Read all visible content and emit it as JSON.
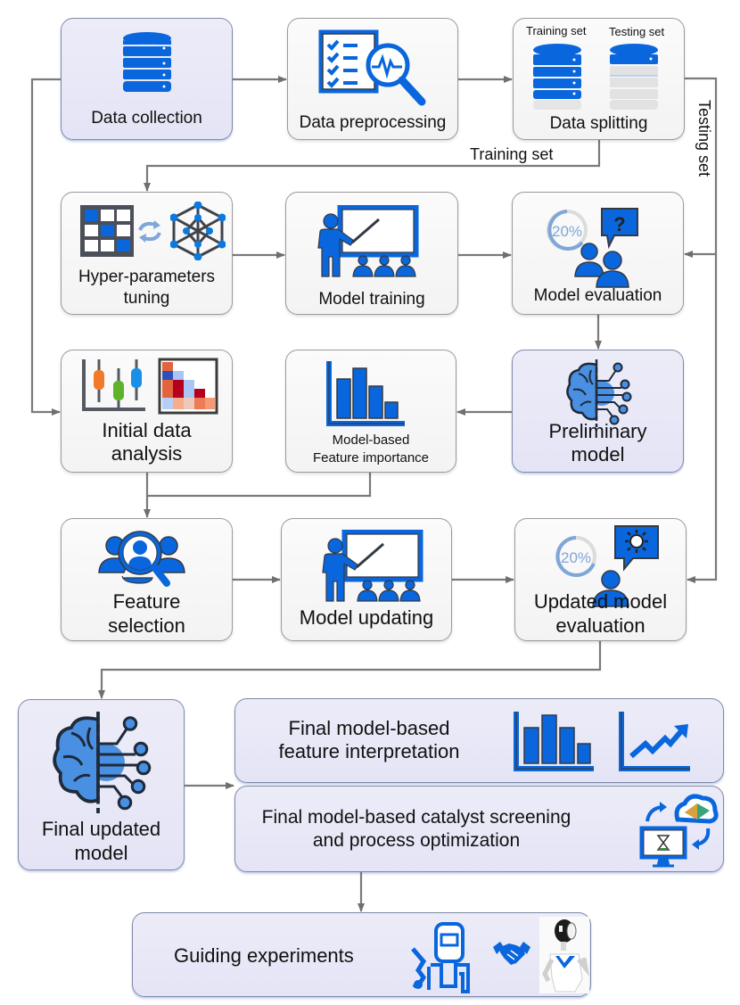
{
  "nodes": {
    "data_collection": {
      "label": "Data collection"
    },
    "data_preprocessing": {
      "label": "Data preprocessing"
    },
    "data_splitting": {
      "label": "Data splitting",
      "sub_training": "Training set",
      "sub_testing": "Testing set"
    },
    "hyper_parameters_tuning": {
      "line1": "Hyper-parameters",
      "line2": "tuning"
    },
    "model_training": {
      "label": "Model training"
    },
    "model_evaluation": {
      "label": "Model evaluation",
      "gauge_text": "20%"
    },
    "initial_data_analysis": {
      "line1": "Initial data",
      "line2": "analysis"
    },
    "model_based_feature_importance": {
      "line1": "Model-based",
      "line2": "Feature importance"
    },
    "preliminary_model": {
      "line1": "Preliminary",
      "line2": "model"
    },
    "feature_selection": {
      "line1": "Feature",
      "line2": "selection"
    },
    "model_updating": {
      "label": "Model updating"
    },
    "updated_model_evaluation": {
      "line1": "Updated model",
      "line2": "evaluation",
      "gauge_text": "20%"
    },
    "final_updated_model": {
      "line1": "Final updated",
      "line2": "model"
    },
    "final_feature_interpretation": {
      "line1": "Final model-based",
      "line2": "feature interpretation"
    },
    "final_catalyst_screening": {
      "line1": "Final model-based catalyst screening",
      "line2": "and process optimization"
    },
    "guiding_experiments": {
      "label": "Guiding experiments"
    }
  },
  "edge_labels": {
    "training_set": "Training set",
    "testing_set": "Testing set"
  },
  "colors": {
    "icon_blue": "#0a66dc",
    "icon_outline": "#333a44",
    "arrow_gray": "#7a7a7a",
    "highlight_fill": "#e8e8f7",
    "brain_blue": "#4a90e2"
  }
}
